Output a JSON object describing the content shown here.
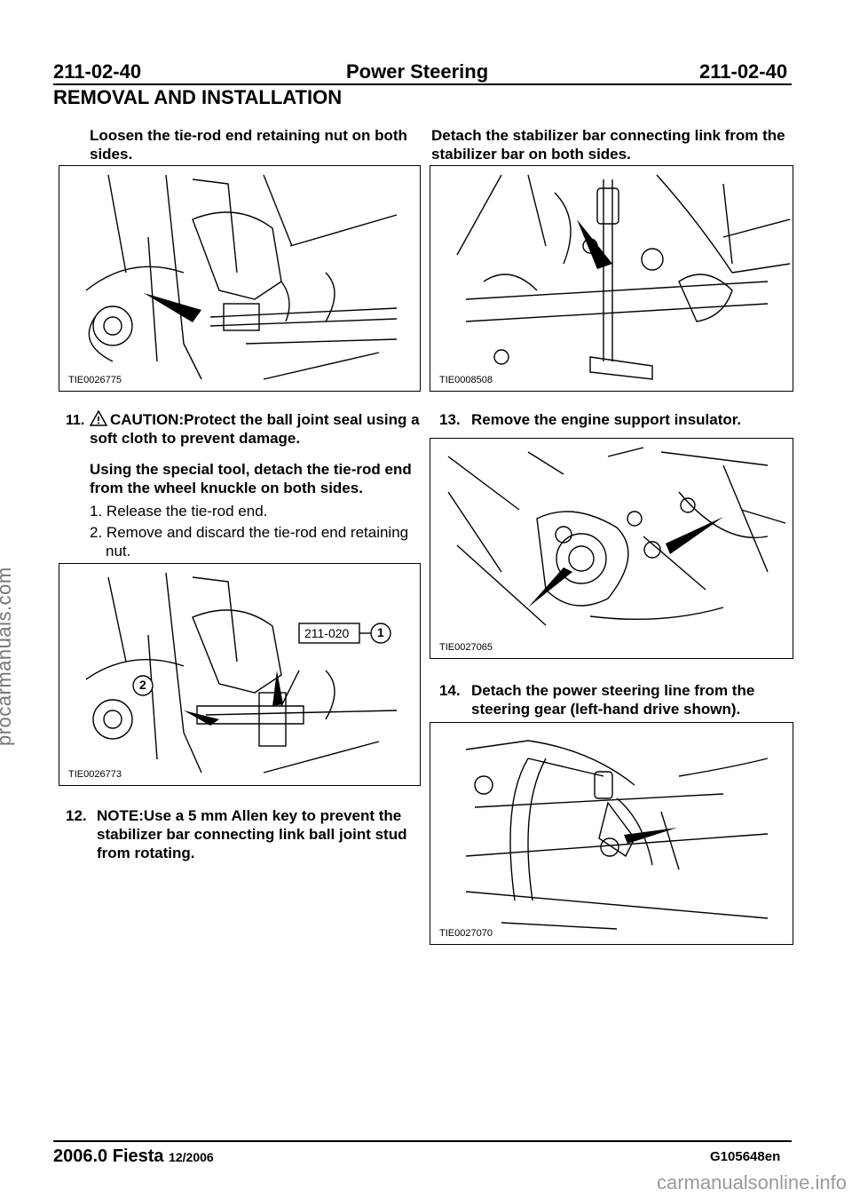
{
  "header": {
    "code_left": "211-02-40",
    "title": "Power Steering",
    "code_right": "211-02-40",
    "section": "REMOVAL AND INSTALLATION"
  },
  "left": {
    "step10_text": "Loosen the tie-rod end retaining nut on both sides.",
    "fig1_id": "TIE0026775",
    "step11_num": "11.",
    "step11_caution": "CAUTION:Protect the ball joint seal using a soft cloth to prevent damage.",
    "step11_text": "Using the special tool, detach the tie-rod end from the wheel knuckle on both sides.",
    "substeps": [
      {
        "num": "1.",
        "text": "Release the tie-rod end."
      },
      {
        "num": "2.",
        "text": "Remove and discard the tie-rod end retaining nut."
      }
    ],
    "fig2_id": "TIE0026773",
    "fig2_tool": "211-020",
    "fig2_callout1": "1",
    "fig2_callout2": "2",
    "step12_num": "12.",
    "step12_text": "NOTE:Use a 5 mm Allen key to prevent the stabilizer bar connecting link ball joint stud from rotating."
  },
  "right": {
    "step12b_text": "Detach the stabilizer bar connecting link from the stabilizer bar on both sides.",
    "fig3_id": "TIE0008508",
    "step13_num": "13.",
    "step13_text": "Remove the engine support insulator.",
    "fig4_id": "TIE0027065",
    "step14_num": "14.",
    "step14_text": "Detach the power steering line from the steering gear (left-hand drive shown).",
    "fig5_id": "TIE0027070"
  },
  "footer": {
    "model": "2006.0 Fiesta",
    "date": "12/2006",
    "code": "G105648en"
  },
  "watermarks": {
    "side": "procarmanuals.com",
    "bottom": "carmanualsonline.info"
  }
}
